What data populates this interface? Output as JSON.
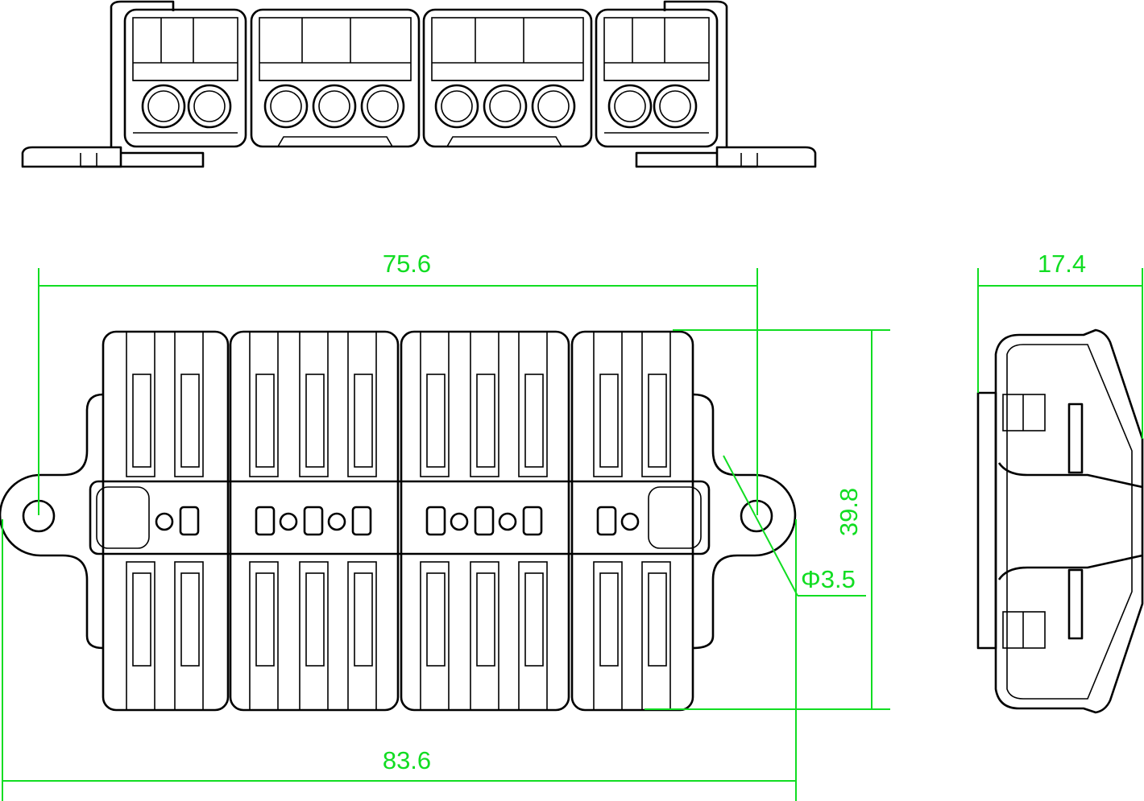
{
  "drawing": {
    "dimensions": {
      "overall_width": "83.6",
      "hole_spacing": "75.6",
      "body_height": "39.8",
      "side_depth": "17.4",
      "hole_diameter": "Φ3.5"
    },
    "colors": {
      "outline": "#000000",
      "dimension": "#11dd22",
      "background": "#ffffff"
    },
    "module_contacts": [
      2,
      3,
      3,
      2
    ]
  }
}
